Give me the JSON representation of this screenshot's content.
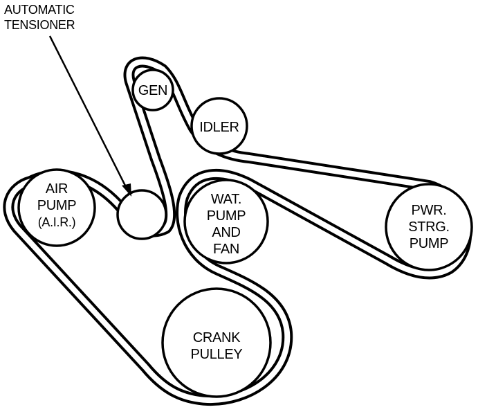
{
  "callout": {
    "line1": "AUTOMATIC",
    "line2": "TENSIONER"
  },
  "pulleys": {
    "gen": {
      "lines": [
        "GEN"
      ]
    },
    "idler": {
      "lines": [
        "IDLER"
      ]
    },
    "air_pump": {
      "lines": [
        "AIR",
        "PUMP",
        "(A.I.R.)"
      ]
    },
    "tensioner": {
      "lines": []
    },
    "water_pump": {
      "lines": [
        "WAT.",
        "PUMP",
        "AND",
        "FAN"
      ]
    },
    "power_steering": {
      "lines": [
        "PWR.",
        "STRG.",
        "PUMP"
      ]
    },
    "crank": {
      "lines": [
        "CRANK",
        "PULLEY"
      ]
    }
  },
  "colors": {
    "ink": "#000000",
    "paper": "#ffffff"
  }
}
